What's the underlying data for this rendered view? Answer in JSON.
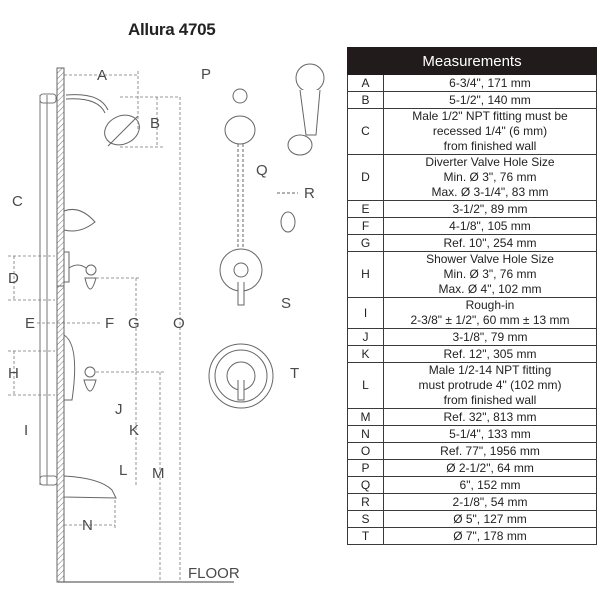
{
  "title": "Allura 4705",
  "diagram": {
    "labels": [
      "A",
      "B",
      "C",
      "D",
      "E",
      "F",
      "G",
      "H",
      "I",
      "J",
      "K",
      "L",
      "M",
      "N",
      "O",
      "P",
      "Q",
      "R",
      "S",
      "T"
    ],
    "floor_label": "FLOOR"
  },
  "table": {
    "header": "Measurements",
    "rows": [
      {
        "key": "A",
        "lines": [
          "6-3/4\", 171 mm"
        ]
      },
      {
        "key": "B",
        "lines": [
          "5-1/2\", 140 mm"
        ]
      },
      {
        "key": "C",
        "lines": [
          "Male 1/2\" NPT fitting must be",
          "recessed 1/4\" (6 mm)",
          "from finished wall"
        ]
      },
      {
        "key": "D",
        "lines": [
          "Diverter Valve Hole Size",
          "Min. Ø 3\", 76 mm",
          "Max. Ø 3-1/4\", 83 mm"
        ]
      },
      {
        "key": "E",
        "lines": [
          "3-1/2\", 89 mm"
        ]
      },
      {
        "key": "F",
        "lines": [
          "4-1/8\", 105 mm"
        ]
      },
      {
        "key": "G",
        "lines": [
          "Ref. 10\", 254 mm"
        ]
      },
      {
        "key": "H",
        "lines": [
          "Shower Valve Hole Size",
          "Min. Ø 3\", 76 mm",
          "Max. Ø 4\", 102 mm"
        ]
      },
      {
        "key": "I",
        "lines": [
          "Rough-in",
          "2-3/8\" ± 1/2\", 60 mm ± 13 mm"
        ]
      },
      {
        "key": "J",
        "lines": [
          "3-1/8\", 79 mm"
        ]
      },
      {
        "key": "K",
        "lines": [
          "Ref. 12\", 305 mm"
        ]
      },
      {
        "key": "L",
        "lines": [
          "Male 1/2-14 NPT fitting",
          "must protrude 4\" (102 mm)",
          "from finished wall"
        ]
      },
      {
        "key": "M",
        "lines": [
          "Ref. 32\", 813 mm"
        ]
      },
      {
        "key": "N",
        "lines": [
          "5-1/4\", 133 mm"
        ]
      },
      {
        "key": "O",
        "lines": [
          "Ref. 77\", 1956 mm"
        ]
      },
      {
        "key": "P",
        "lines": [
          "Ø 2-1/2\", 64 mm"
        ]
      },
      {
        "key": "Q",
        "lines": [
          "6\", 152 mm"
        ]
      },
      {
        "key": "R",
        "lines": [
          "2-1/8\", 54 mm"
        ]
      },
      {
        "key": "S",
        "lines": [
          "Ø 5\", 127 mm"
        ]
      },
      {
        "key": "T",
        "lines": [
          "Ø 7\", 178 mm"
        ]
      }
    ]
  }
}
